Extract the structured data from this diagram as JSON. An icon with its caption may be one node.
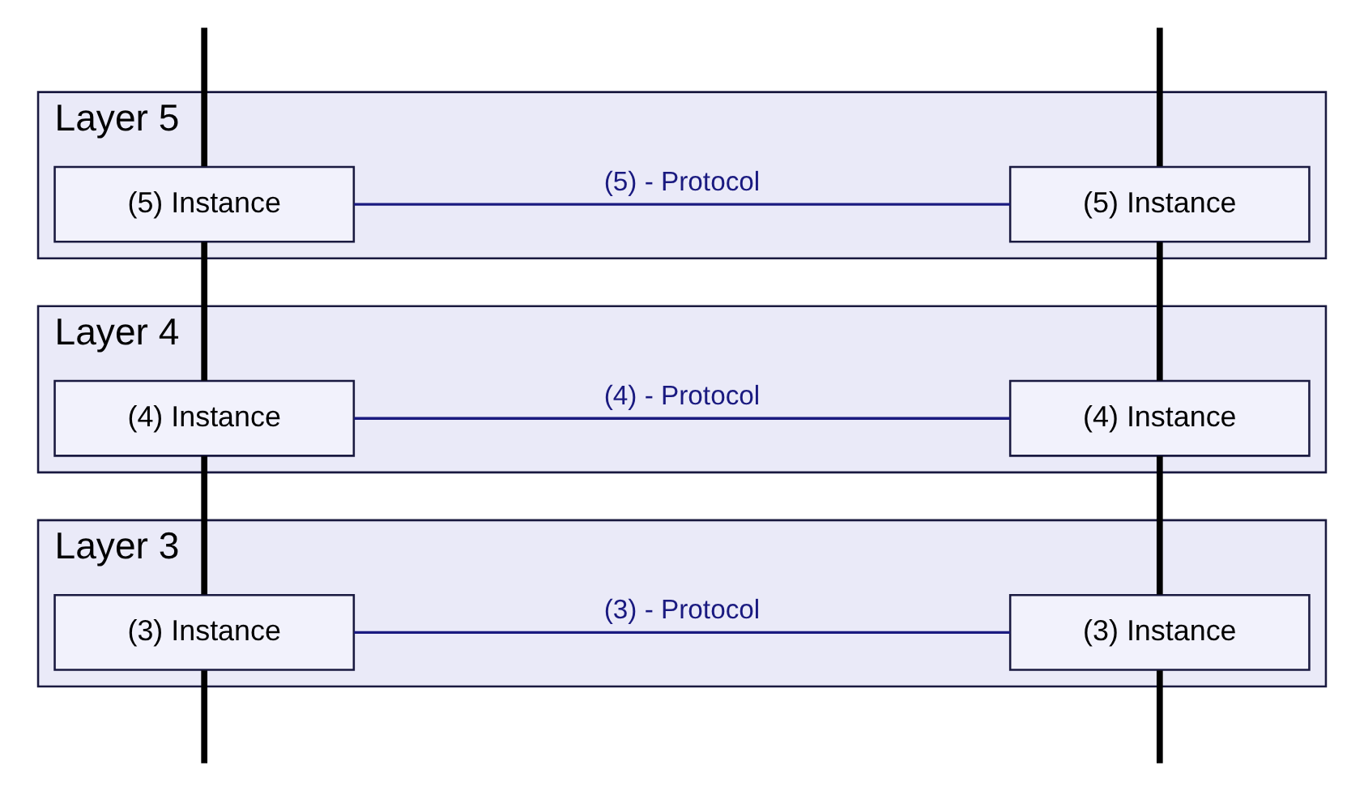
{
  "diagram": {
    "nodes": [
      {
        "text": [
          "Layer 5"
        ]
      },
      {
        "text": [
          "(5) Instance"
        ],
        "in": 0
      },
      {
        "text": [
          "(5) Instance"
        ],
        "in": 0
      },
      {
        "text": [
          "Layer 4"
        ]
      },
      {
        "text": [
          "(4) Instance"
        ],
        "in": 3
      },
      {
        "text": [
          "(4) Instance"
        ],
        "in": 3
      },
      {
        "text": [
          "Layer 3"
        ]
      },
      {
        "text": [
          "(3) Instance"
        ],
        "in": 6
      },
      {
        "text": [
          "(3) Instance"
        ],
        "in": 6
      }
    ],
    "edges": [
      {
        "from": null,
        "to": 1,
        "arrow": "none"
      },
      {
        "from": null,
        "to": 2,
        "arrow": "none"
      },
      {
        "from": 1,
        "to": 2,
        "arrow": "none",
        "label": "(5) - Protocol",
        "color": "#1a1a80"
      },
      {
        "from": 1,
        "to": 4,
        "arrow": "none"
      },
      {
        "from": 2,
        "to": 5,
        "arrow": "none"
      },
      {
        "from": 4,
        "to": 5,
        "arrow": "none",
        "label": "(4) - Protocol",
        "color": "#1a1a80"
      },
      {
        "from": 4,
        "to": 7,
        "arrow": "none"
      },
      {
        "from": 5,
        "to": 8,
        "arrow": "none"
      },
      {
        "from": 7,
        "to": 8,
        "arrow": "none",
        "label": "(3) - Protocol",
        "color": "#1a1a80"
      },
      {
        "from": 7,
        "to": null,
        "arrow": "none"
      },
      {
        "from": 8,
        "to": null,
        "arrow": "none"
      }
    ]
  }
}
